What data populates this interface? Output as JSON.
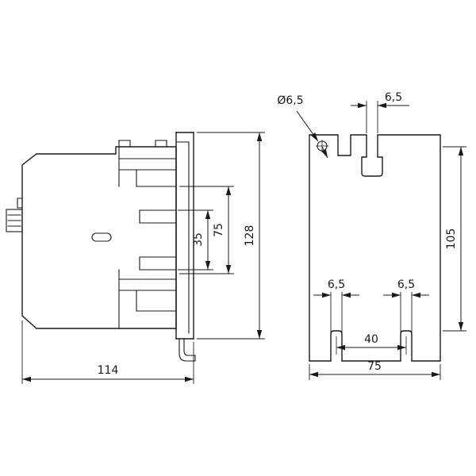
{
  "colors": {
    "line": "#1a1a1a",
    "background": "#ffffff"
  },
  "drawing": {
    "type": "dimensional-drawing-two-views",
    "side_view": {
      "dim_width": "114",
      "dim_height": "128",
      "dim_terminal_span": "75",
      "dim_terminal_inner": "35"
    },
    "rear_view": {
      "dim_hole_diameter": "Ø6,5",
      "dim_top_slot_width": "6,5",
      "dim_mounting_height": "105",
      "dim_bottom_slot_left": "6,5",
      "dim_bottom_slot_right": "6,5",
      "dim_slot_center_distance": "40",
      "dim_width": "75"
    }
  }
}
